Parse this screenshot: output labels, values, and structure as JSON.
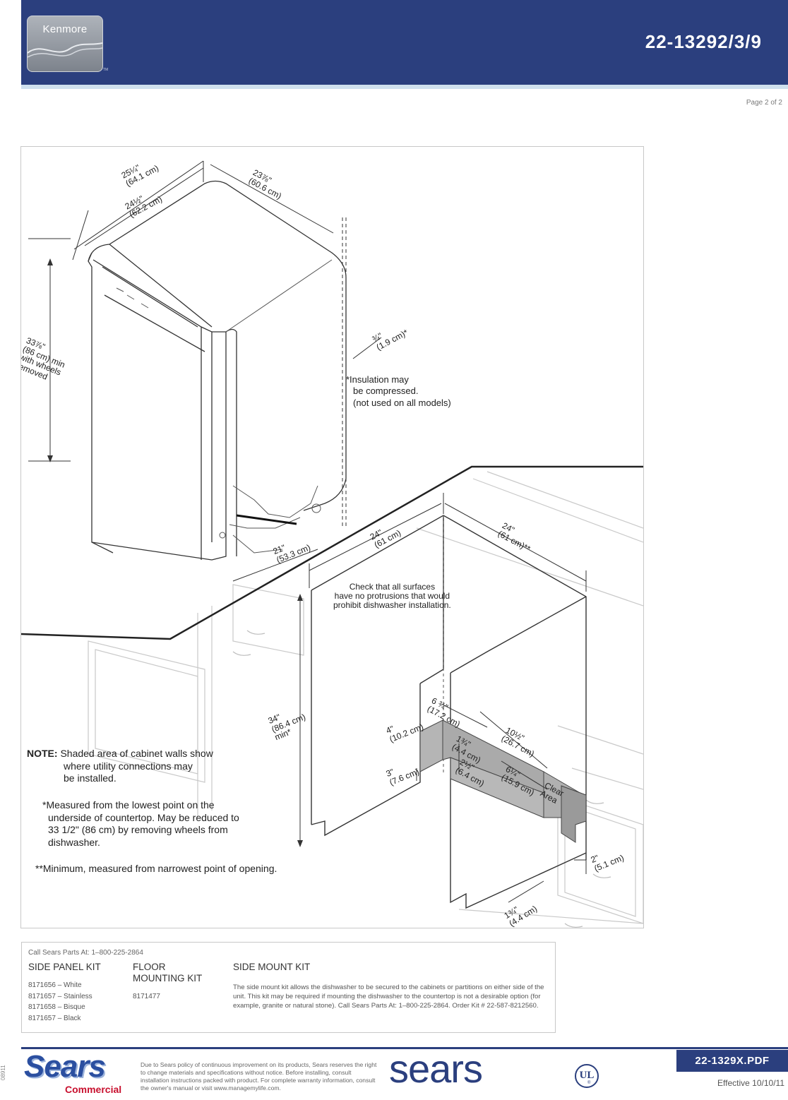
{
  "header": {
    "brand": "Kenmore",
    "model": "22-13292/3/9",
    "page": "Page 2 of 2"
  },
  "diagram": {
    "dims": {
      "d1": "25¼\"",
      "d1m": "(64.1 cm)",
      "d2": "24½\"",
      "d2m": "(62.2 cm)",
      "d3": "23⅞\"",
      "d3m": "(60.6 cm)",
      "d4": "33⅞\"",
      "d4m": "(86 cm) min",
      "d4n1": "with wheels",
      "d4n2": "removed",
      "d5": "¾\"",
      "d5m": "(1.9 cm)*",
      "d6": "21\"",
      "d6m": "(53.3 cm)",
      "d7": "24\"",
      "d7m": "(61 cm)",
      "d8": "24\"",
      "d8m": "(61 cm)**",
      "d9": "34\"",
      "d9m": "(86.4 cm)",
      "d9n": "min*",
      "d10": "4\"",
      "d10m": "(10.2 cm)",
      "d11": "6 ¾\"",
      "d11m": "(17.2 cm)",
      "d12": "1¾\"",
      "d12m": "(4.4 cm)",
      "d13": "10½\"",
      "d13m": "(26.7 cm)",
      "d14": "3\"",
      "d14m": "(7.6 cm)",
      "d15": "2½\"",
      "d15m": "(6.4 cm)",
      "d16": "6¼\"",
      "d16m": "(15.9 cm)",
      "d17": "2\"",
      "d17m": "(5.1 cm)",
      "d18": "1¾\"",
      "d18m": "(4.4 cm)",
      "clear1": "Clear",
      "clear2": "Area"
    },
    "insulation": [
      "*Insulation may",
      "be compressed.",
      "(not used on all models)"
    ],
    "check": [
      "Check that all surfaces",
      "have no protrusions that would",
      "prohibit dishwasher installation."
    ],
    "note": {
      "label": "NOTE:",
      "line1": "Shaded area of cabinet walls show",
      "line2": "where utility connections may",
      "line3": "be installed."
    },
    "measured": [
      "*Measured from the lowest point on the",
      "underside of countertop. May be reduced to",
      "33 1/2\" (86 cm) by removing wheels from",
      "dishwasher."
    ],
    "minimum": "**Minimum, measured from narrowest point of opening."
  },
  "parts": {
    "call": "Call Sears Parts At: 1–800-225-2864",
    "side_panel": {
      "title": "SIDE PANEL KIT",
      "items": [
        "8171656 – White",
        "8171657 – Stainless",
        "8171658 – Bisque",
        "8171657 – Black"
      ]
    },
    "floor": {
      "title_1": "FLOOR",
      "title_2": "MOUNTING KIT",
      "number": "8171477"
    },
    "side_mount": {
      "title": "SIDE MOUNT KIT",
      "description": "The side mount kit allows the dishwasher to be secured to the cabinets or partitions on either side of the unit. This kit may be required if mounting the dishwasher to the countertop is not a desirable option (for example, granite or natural stone). Call Sears Parts At: 1–800-225-2864. Order Kit # 22-587-8212560."
    }
  },
  "footer": {
    "side_code": "08911",
    "sears_logo": "Sears",
    "commercial": "Commercial",
    "disclaimer": "Due to Sears policy of continuous improvement on its products, Sears reserves the right to change materials and specifications without notice. Before installing, consult installation instructions packed with product. For complete warranty information, consult the owner's manual or visit www.managemylife.com.",
    "sears_wordmark": "sears",
    "ul": "UL",
    "ul_r": "®",
    "pdf": "22-1329X.PDF",
    "effective": "Effective 10/10/11"
  },
  "colors": {
    "navy": "#2b3f7e",
    "light_blue": "#cfe0ee",
    "shade": "#b5b5b5",
    "commercial_red": "#c8102e"
  }
}
